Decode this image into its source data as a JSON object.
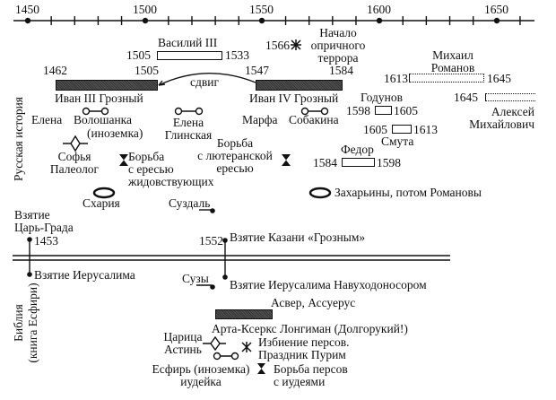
{
  "axis": {
    "years": [
      "1450",
      "1500",
      "1550",
      "1600",
      "1650"
    ]
  },
  "section_labels": {
    "russian": "Русская история",
    "bible_1": "Библия",
    "bible_2": "(книга Есфири)"
  },
  "russian": {
    "vasily": {
      "name": "Василий III",
      "start": "1505",
      "end": "1533"
    },
    "terror": {
      "year": "1566",
      "l1": "Начало",
      "l2": "опричного",
      "l3": "террора"
    },
    "ivan3": {
      "name": "Иван III Грозный",
      "start": "1462",
      "end": "1505"
    },
    "shift": "сдвиг",
    "ivan4": {
      "name": "Иван IV Грозный",
      "start": "1547",
      "end": "1584"
    },
    "mikhail": {
      "l1": "Михаил",
      "l2": "Романов",
      "start": "1613",
      "end": "1645"
    },
    "alexey": {
      "l1": "Алексей",
      "l2": "Михайлович",
      "start": "1645"
    },
    "godunov": {
      "name": "Годунов",
      "start": "1598",
      "end": "1605"
    },
    "smuta": {
      "name": "Смута",
      "start": "1605",
      "end": "1613"
    },
    "fedor": {
      "name": "Федор",
      "start": "1584",
      "end": "1598"
    },
    "elena1": "Елена",
    "voloshanka": "Волошанка",
    "inozemka": "(иноземка)",
    "glinskaya": {
      "l1": "Елена",
      "l2": "Глинская"
    },
    "marfa": "Марфа",
    "sobakina": "Собакина",
    "sofia": {
      "l1": "Софья",
      "l2": "Палеолог"
    },
    "heresy1": {
      "l1": "Борьба",
      "l2": "с ересью",
      "l3": "жидовствующих"
    },
    "heresy2": {
      "l1": "Борьба",
      "l2": "с лютеранской",
      "l3": "ересью"
    },
    "skhariya": "Схария",
    "suzdal": "Суздаль",
    "zakharyiny": "Захарьины, потом Романовы",
    "constantinople": {
      "l1": "Взятие",
      "l2": "Царь-Града",
      "year": "1453"
    },
    "kazan": {
      "year": "1552",
      "text": "Взятие Казани «Грозным»"
    }
  },
  "bible": {
    "jerusalem1": "Взятие Иерусалима",
    "susa": "Сузы",
    "jerusalem2": "Взятие Иерусалима Навуходоносором",
    "asver": "Асвер, Ассуерус",
    "artaxerxes": "Арта-Ксеркс Лонгиман (Долгорукий!)",
    "vashti": {
      "l1": "Царица",
      "l2": "Астинь"
    },
    "purim": {
      "l1": "Избиение персов.",
      "l2": "Праздник Пурим"
    },
    "esther": {
      "l1": "Есфирь (иноземка)",
      "l2": "иудейка"
    },
    "struggle": {
      "l1": "Борьба персов",
      "l2": "с иудеями"
    }
  }
}
